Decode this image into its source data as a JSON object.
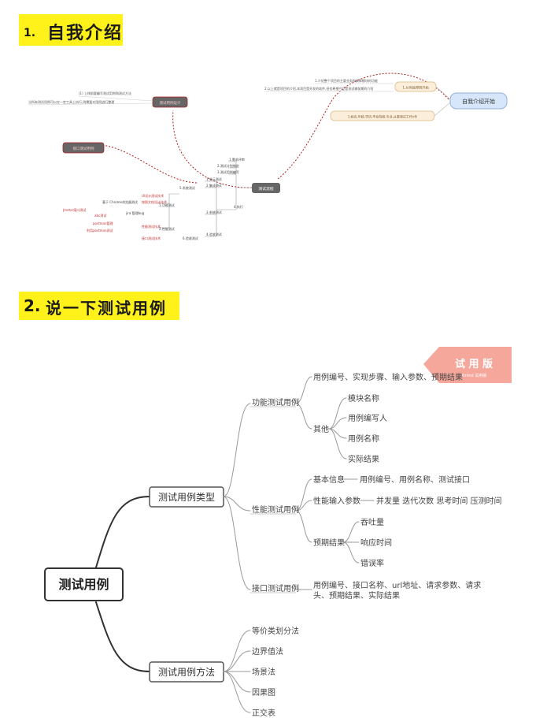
{
  "section1": {
    "number": "1.",
    "title": "自我介绍"
  },
  "section2": {
    "number": "2.",
    "title": "说一下测试用例"
  },
  "mindmap1": {
    "root": "自我介绍开始",
    "branch_a": "1.从何处得到开始",
    "branch_b": "1.姓名,年龄,学历,毕业院校,专业,从事测试工作x年",
    "note_a1": "1.介绍整个项目的主要业务和具体模块的功能",
    "note_a2": "2.以上就是项目的介绍,本项目是开发的软件,但也希望产品是测试做前期的介绍",
    "center": "测试流程",
    "steps": [
      "1.需求评审",
      "2.测试计划制定",
      "3.测试用例编写",
      "4.执行",
      "5.系统测试",
      "6.验收测试",
      "1.单元测试",
      "2.集成测试",
      "3.系统测试",
      "4.验收测试"
    ],
    "left_nodes": [
      "测试用例设计",
      "接口测试用例"
    ],
    "left_notes": [
      "(1) 上线前要编写测试用例和测试方法",
      "当所有测试用例可以在一定工具上执行,则需要对用例进行整理"
    ],
    "func_notes": [
      "功能测试",
      "基于 Chrome浏览器测试",
      "UI设计测试技术",
      "按照文档设计技术",
      "Jmeter接口测试",
      "abc测试",
      "jira 管理bug",
      "postman管理",
      "利用postman测试",
      "1.功能测试",
      "2.性能测试",
      "3.安全测试",
      "4.安装测试",
      "5.用户体验",
      "性能测试技术",
      "接口测试技术"
    ]
  },
  "mindmap2": {
    "root": "测试用例",
    "watermark": {
      "title": "试 用 版",
      "sub": "Xmind 试用版"
    },
    "types": {
      "label": "测试用例类型",
      "functional": {
        "label": "功能测试用例",
        "line1": "用例编号、实现步骤、输入参数、预期结果",
        "other_label": "其他",
        "other_items": [
          "模块名称",
          "用例编写人",
          "用例名称",
          "实际结果"
        ]
      },
      "performance": {
        "label": "性能测试用例",
        "basic_label": "基本信息",
        "basic_value": "用例编号、用例名称、测试接口",
        "input_label": "性能输入参数",
        "input_value": "并发量 迭代次数 思考时间 压测时间",
        "expected_label": "预期结果",
        "expected_items": [
          "吞吐量",
          "响应时间",
          "错误率"
        ]
      },
      "interface": {
        "label": "接口测试用例",
        "line1": "用例编号、接口名称、url地址、请求参数、请求",
        "line2": "头、预期结果、实际结果"
      }
    },
    "methods": {
      "label": "测试用例方法",
      "items": [
        "等价类划分法",
        "边界值法",
        "场景法",
        "因果图",
        "正交表"
      ]
    }
  }
}
